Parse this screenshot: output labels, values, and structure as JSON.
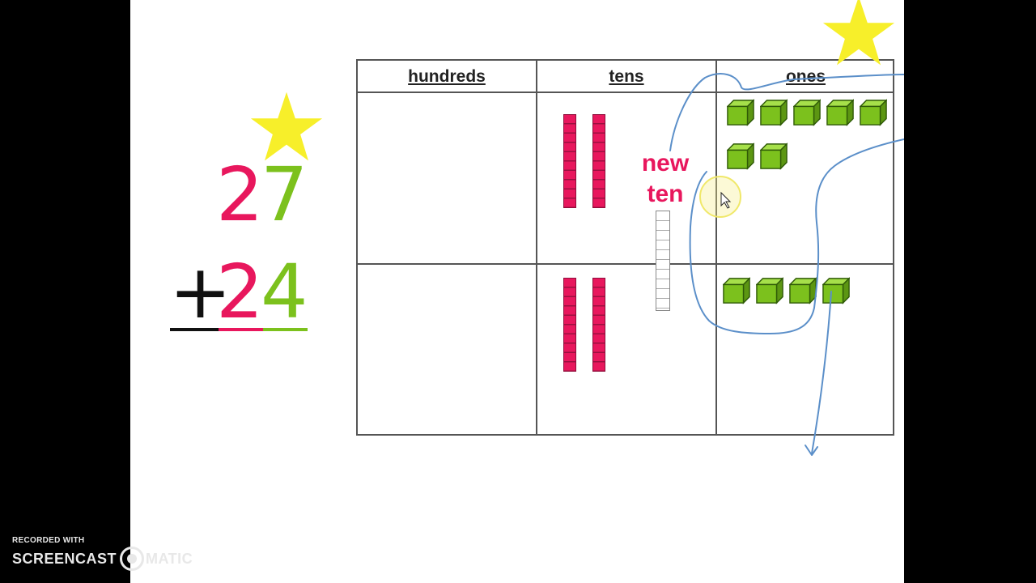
{
  "table": {
    "headers": [
      "hundreds",
      "tens",
      "ones"
    ]
  },
  "problem": {
    "first_number": {
      "tens_digit": "2",
      "ones_digit": "7"
    },
    "second_number": {
      "operator": "+",
      "tens_digit": "2",
      "ones_digit": "4"
    }
  },
  "annotation": {
    "line1": "new",
    "line2": "ten"
  },
  "blocks": {
    "top_row": {
      "tens_rods": 2,
      "ones_cubes": 7
    },
    "bottom_row": {
      "tens_rods": 2,
      "ones_cubes": 4
    }
  },
  "watermark": {
    "top": "RECORDED WITH",
    "left": "SCREENCAST",
    "right": "MATIC"
  },
  "colors": {
    "tens": "#e8175d",
    "ones": "#7cc11d",
    "star": "#f7ef2a",
    "pen": "#5b8fc9",
    "cursor_highlight": "#f5ef8a"
  }
}
